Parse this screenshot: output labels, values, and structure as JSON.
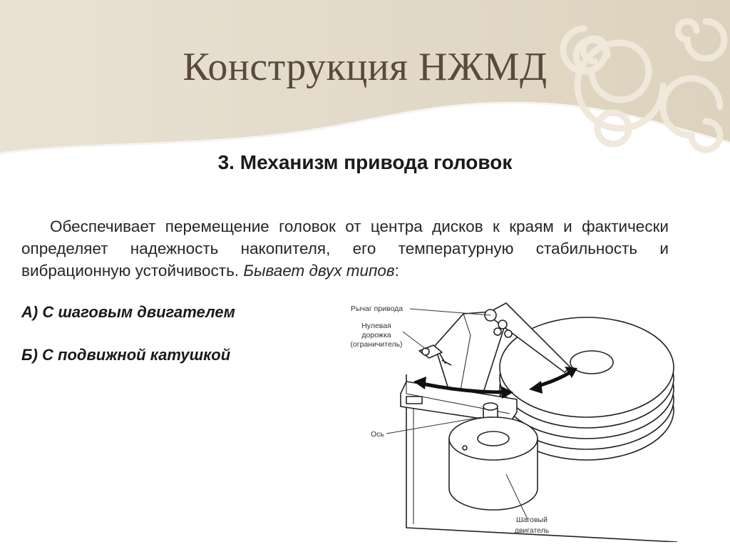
{
  "slide": {
    "title": "Конструкция НЖМД",
    "section_heading": "3. Механизм привода головок",
    "paragraph": {
      "main": "Обеспечивает перемещение головок от центра дисков к краям и фактически определяет надежность накопителя, его температурную стабильность и вибрационную устойчивость. ",
      "italic": "Бывает двух типов",
      "tail": ":"
    },
    "types": [
      "А) С шаговым двигателем",
      "Б) С подвижной катушкой"
    ]
  },
  "figure": {
    "labels": {
      "arm": "Рычаг привода",
      "track_line1": "Нулевая",
      "track_line2": "дорожка",
      "track_line3": "(ограничитель)",
      "axis": "Ось",
      "motor_line1": "Шаговый",
      "motor_line2": "двигатель"
    }
  },
  "colors": {
    "title": "#5a4a3e",
    "header_wave": "#e4dccc",
    "body_text": "#262626"
  }
}
